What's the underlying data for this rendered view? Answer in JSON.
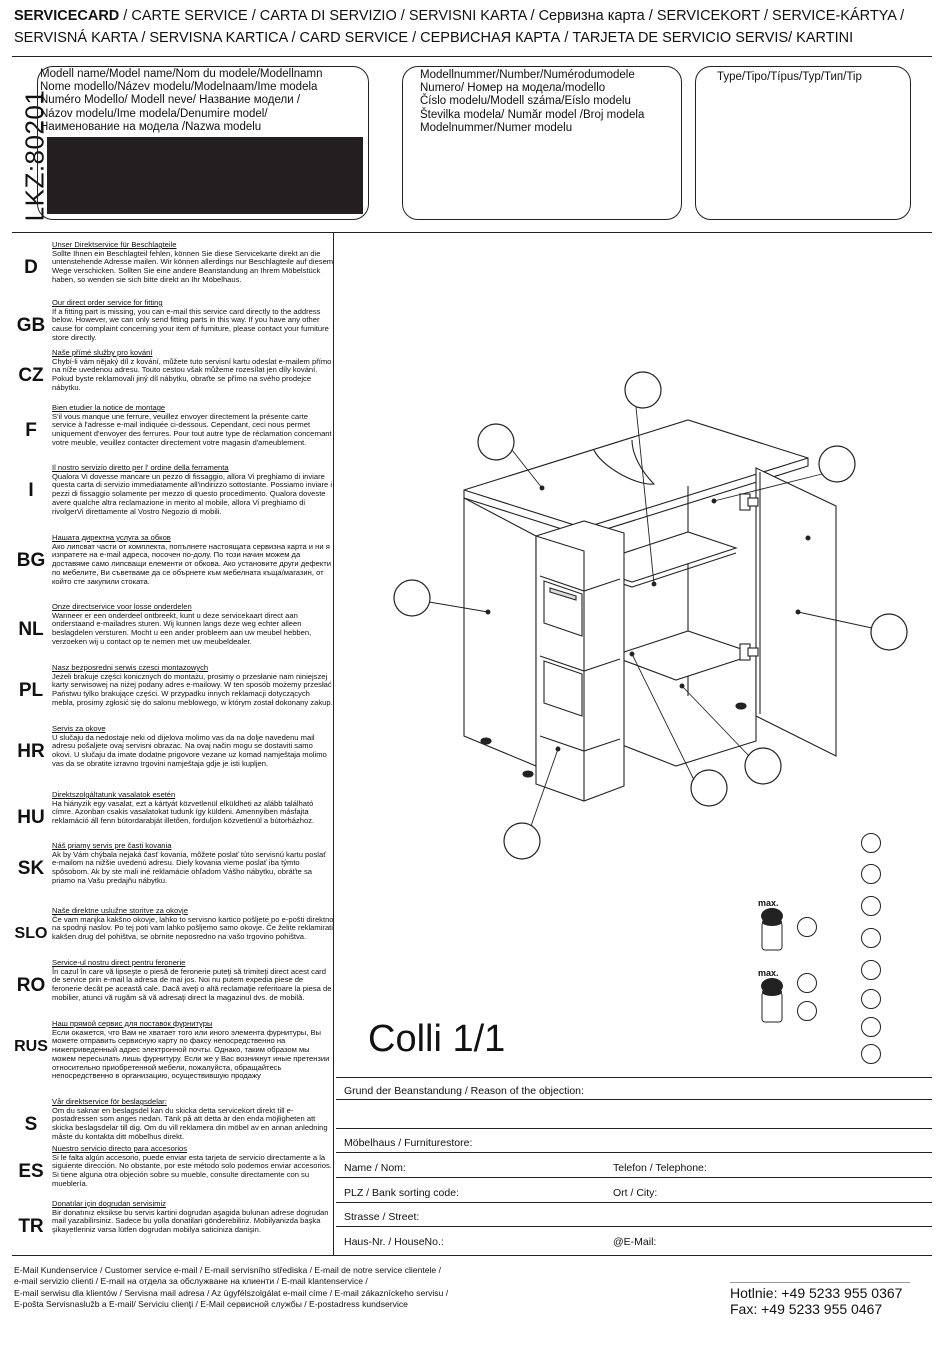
{
  "header": {
    "line1_bold": "SERVICECARD",
    "line1_rest": " / CARTE SERVICE / CARTA DI SERVIZIO / SERVISNI KARTA / Сервизна карта / SERVICEKORT / SERVICE-KÁRTYA /",
    "line2": "SERVISNÁ KARTA / SERVISNA KARTICA / CARD SERVICE / СЕРВИСНАЯ КАРТА / TARJETA DE SERVICIO SERVIS/ KARTINI"
  },
  "article_code": "LKZ:80201",
  "model_name_box": {
    "lines": [
      "Modell name/Model name/Nom du modele/Modellnamn",
      "Nome modello/Název modelu/Modelnaam/Ime modela",
      "Numéro Modello/ Modell neve/   Название модели /",
      "Názov modelu/Ime modela/Denumire model/",
      "Наименование на модела /Nazwa modelu"
    ]
  },
  "model_number_box": {
    "lines": [
      "Modellnummer/Number/Numérodumodele",
      "Numero/   Номер на модела/modello",
      "Číslo modelu/Modell száma/Eíslo modelu",
      "Številka modela/  Număr model /Broj modela",
      "Modelnummer/Numer modelu"
    ]
  },
  "type_box": {
    "label": "Type/Tipo/Típus/Typ/Тип/Tip"
  },
  "languages": [
    {
      "code": "D",
      "title": "Unser Direktservice für Beschlagteile",
      "text": "Sollte Ihnen ein Beschlagteil fehlen, können Sie diese Servicekarte direkt an die untenstehende Adresse mailen. Wir können allerdings nur Beschlagteile auf diesem Wege verschicken. Sollten Sie eine andere Beanstandung an Ihrem Möbelstück haben, so wenden sie sich bitte direkt an Ihr Möbelhaus."
    },
    {
      "code": "GB",
      "title": "Our direct order service for fitting",
      "text": "If a fitting part is missing, you can e-mail this service card directly to the address below. However, we can only send fitting parts in this way. If you have any other cause for complaint concerning your item of furniture, please contact your furniture store directly."
    },
    {
      "code": "CZ",
      "title": "Naše přímé služby pro kování",
      "text": "Chybí-li vám nějaký díl z kování, můžete tuto servisní kartu odeslat e-mailem přímo na níže uvedenou adresu. Touto cestou však můžeme rozesílat jen díly kování. Pokud byste reklamovali jiný díl nábytku, obraťte se přímo na svého prodejce nábytku."
    },
    {
      "code": "F",
      "title": "Bien etudier la notice de montage",
      "text": "S'il vous manque une ferrure, veuillez envoyer directement la présente carte service à l'adresse e-mail indiquée ci-dessous. Cependant, ceci nous permet uniquement d'envoyer des ferrures. Pour tout autre type de réclamation concernant votre meuble, veuillez contacter directement votre magasin d'ameublement."
    },
    {
      "code": "I",
      "title": "Il nostro servizio diretto per l' ordine della ferramenta",
      "text": "Qualora Vi dovesse mancare un pezzo di fissaggio, allora Vi preghiamo di inviare questa carta di servizio immediatamente all'indirizzo sottostante. Possiamo inviare i pezzi di fissaggio solamente per mezzo di questo procedimento. Qualora doveste avere qualche altra reclamazione in merito al mobile, allora Vi preghiamo di rivolgerVi direttamente al Vostro Negozio di mobili."
    },
    {
      "code": "BG",
      "title": "Нашата директна услуга за обков",
      "text": "Ако липсват части от комплекта, попълнете настоящата сервизна карта и ни я изпратете на e-mail адреса, посочен по-долу. По този начин можем да доставяме само липсващи елементи от обкова. Ако установите други дефекти по мебелите, Ви съветваме да се обърнете към мебелната къща/магазин, от който сте закупили стоката."
    },
    {
      "code": "NL",
      "title": "Onze directservice voor losse onderdelen",
      "text": "Wanneer er een onderdeel ontbreekt, kunt u deze servicekaart direct aan onderstaand e-mailadres sturen. Wij kunnen langs deze weg echter alleen beslagdelen versturen. Mocht u een ander probleem aan uw meubel hebben, verzoeken wij u contact op te nemen met uw meubeldealer."
    },
    {
      "code": "PL",
      "title": "Nasz bezposredni serwis czesci montazowych",
      "text": "Jeżeli brakuje części konicznych do montażu, prosimy o przesłanie nam niniejszej karty serwisowej na niżej podany adres e-mailowy. W ten sposób możemy przesłać Państwu tylko brakujące części. W przypadku innych reklamacji dotyczących mebla, prosimy zgłosić się do salonu meblowego, w którym został dokonany zakup."
    },
    {
      "code": "HR",
      "title": "Servis za okove",
      "text": "U slučaju da nedostaje neki od dijelova molimo vas da na dolje navedenu mail adresu pošaljete ovaj servisni obrazac. Na ovaj način mogu se dostaviti samo okovi. U slučaju da imate dodatne prigovore vezane uz komad namještaja molimo vas da se obratite izravno trgovini namještaja gdje je isti kupljen."
    },
    {
      "code": "HU",
      "title": "Direktszolgáltatunk vasalatok esetén",
      "text": "Ha hiányzik egy vasalat, ezt a kártyát közvetlenül elküldheti az alább található címre. Azonban csakis vasalatokat tudunk így küldeni. Amennyiben másfajta reklamáció áll fenn bútordarabját illetően, forduljon közvetlenül a bútorházhoz."
    },
    {
      "code": "SK",
      "title": "Náš priamy servis pre časti kovania",
      "text": "Ak by Vám chýbala nejaká časť kovania, môžete poslať túto servisnú kartu poslať e-mailom na nižšie uvedenú adresu. Diely kovania vieme poslať iba týmto spôsobom. Ak by ste mali iné reklamácie ohľadom Vášho nábytku, obráťte sa priamo na Vašu predajňu nábytku."
    },
    {
      "code": "SLO",
      "title": "Naše direktne uslužne storitve za okovje",
      "text": "Če vam manjka kakšno okovje, lahko to servisno kartico pošljete po e-pošti direktno na spodnji naslov. Po tej poti vam lahko pošljemo samo okovje. Če želite reklamirati kakšen drug del pohištva, se obrnite neposredno na vašo trgovino pohištva."
    },
    {
      "code": "RO",
      "title": "Service-ul nostru direct pentru feronerie",
      "text": "În cazul în care vă lipseşte o piesă de feronerie puteţi să trimiteţi direct acest card de service prin e-mail la adresa de mai jos. Noi nu putem expedia piese de feronerie decât pe această cale. Dacă aveţi o altă reclamaţie referitoare la piesa de mobilier, atunci vă rugăm să vă adresaţi direct la magazinul dvs. de mobilă."
    },
    {
      "code": "RUS",
      "title": "Наш прямой сервис для поставок фурнитуры",
      "text": "Если окажется, что Вам не хватает того или иного элемента фурнитуры, Вы можете отправить сервисную карту по факсу непосредственно на нижеприведенный адрес электронной почты. Однако, таким образом мы можем пересылать лишь фурнитуру. Если же у Вас возникнут иные претензии относительно приобретенной мебели, пожалуйста, обращайтесь непосредственно в организацию, осуществившую продажу"
    },
    {
      "code": "S",
      "title": "Vår direktservice för beslagsdelar:",
      "text": "Om du saknar en beslagsdel kan du skicka detta servicekort direkt till e-postadressen som anges nedan. Tänk på att detta är den enda möjligheten att skicka beslagsdelar till dig. Om du vill reklamera din möbel av en annan anledning måste du kontakta ditt möbelhus direkt."
    },
    {
      "code": "ES",
      "title": "Nuestro servicio directo para accesorios",
      "text": "Si le falta algún accesorio, puede enviar esta tarjeta de servicio directamente a la siguiente dirección. No obstante, por este método solo podemos enviar accesorios. Si tiene alguna otra objeción sobre su mueble, consulte directamente con su mueblería."
    },
    {
      "code": "TR",
      "title": "Donatılar için dogrudan servisimiz",
      "text": "Bir donatınız eksikse bu servis kartini dogrudan aşagida bulunan adrese dogrudan mail yazabilirsiniz. Sadece bu yolla donatilari gönderebiliriz. Mobilyanizda başka şikayetleriniz varsa lütfen dogrudan mobilya saticiniza danişin."
    }
  ],
  "colli": "Colli 1/1",
  "hardware_labels": [
    "max.",
    "max."
  ],
  "form": {
    "reason": "Grund der Beanstandung / Reason of the objection:",
    "store": "Möbelhaus / Furniturestore:",
    "name": "Name / Nom:",
    "phone": "Telefon / Telephone:",
    "zip": "PLZ / Bank sorting code:",
    "city": "Ort / City:",
    "street": "Strasse / Street:",
    "house": "Haus-Nr. / HouseNo.:",
    "email": "@E-Mail:"
  },
  "footer": {
    "lines": [
      "E-Mail Kundenservice / Customer service e-mail / E-mail servisního střediska / E-mail de notre service clientele /",
      "e-mail servizio clienti / E-mail на отдела за обслужване на клиенти   / E-mail klantenservice /",
      "E-mail serwisu dla klientów / Servisna mail adresa / Az ügyfélszolgálat e-mail címe / E-mail zákazníckeho servisu /",
      "E-pošta Servisnaslužb  a E-mail/ Serviciu clienţi         / E-Mail сервисной службы / E-postadress kundservice"
    ],
    "hotline": "Hotlnie: +49 5233 955 0367",
    "fax": "Fax: +49 5233 955 0467"
  }
}
